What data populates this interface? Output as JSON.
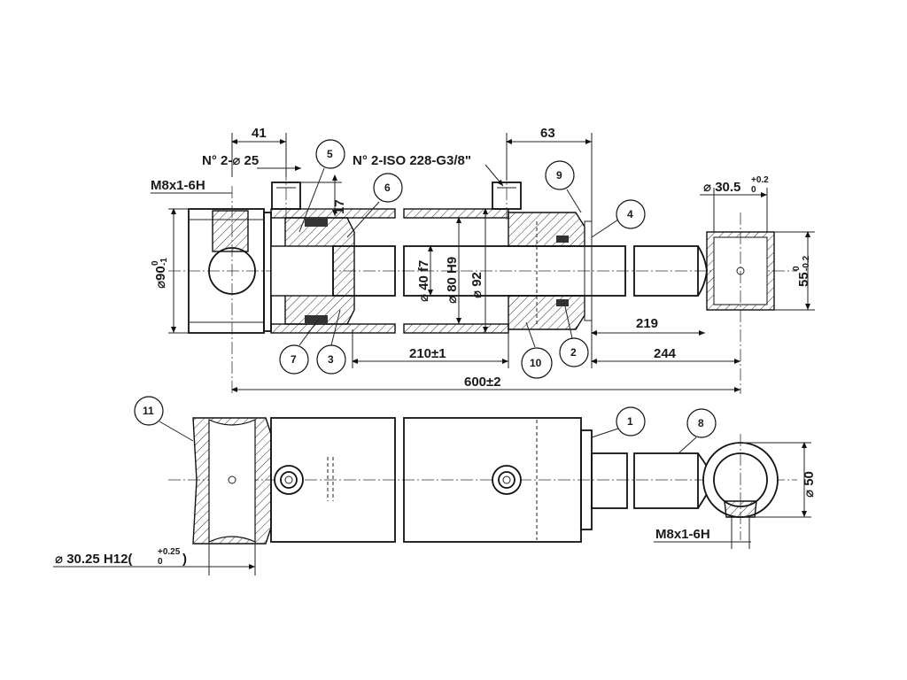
{
  "drawing": {
    "top_view": {
      "dims": {
        "d41": "41",
        "d63": "63",
        "d17": "17",
        "d_ports_25": "N° 2-⌀ 25",
        "d_iso": "N° 2-ISO 228-G3/8\"",
        "d_m8_top": "M8x1-6H",
        "d_90": "⌀90",
        "d_90_tol": "0",
        "d_90_tol_low": "-1",
        "d_40": "⌀ 40 f7",
        "d_80": "⌀ 80 H9",
        "d_92": "⌀ 92",
        "d_305": "⌀ 30.5",
        "d_305_tol_up": "+0.2",
        "d_305_tol_low": "0",
        "d_55": "55",
        "d_55_tol_up": "0",
        "d_55_tol_low": "-0.2",
        "d_219": "219",
        "d_210": "210±1",
        "d_244": "244",
        "d_600": "600±2"
      }
    },
    "bottom_view": {
      "dims": {
        "d_50": "⌀ 50",
        "d_m8_bottom": "M8x1-6H",
        "d_3025": "⌀ 30.25 H12(",
        "d_3025_tol_up": "+0.25",
        "d_3025_tol_low": "0",
        "d_3025_close": ")"
      }
    },
    "balloons": [
      "1",
      "2",
      "3",
      "4",
      "5",
      "6",
      "7",
      "8",
      "9",
      "10",
      "11"
    ]
  }
}
